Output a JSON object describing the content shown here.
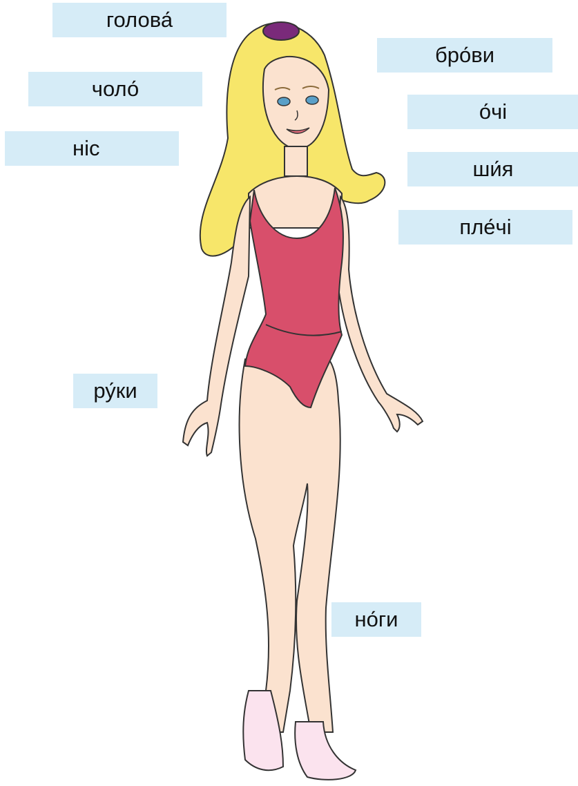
{
  "labels": {
    "holova": "голова́",
    "chol": "чоло́",
    "nis": "ніс",
    "brovy": "бро́ви",
    "ochi": "о́чі",
    "shyia": "ши́я",
    "plechi": "пле́чі",
    "ruky": "ру́ки",
    "nohy": "но́ги"
  },
  "colors": {
    "label_bg": "#d6ecf7",
    "hair": "#f7e66a",
    "skin": "#fbe2cf",
    "swimsuit": "#d84f6b",
    "socks": "#fbe3ee",
    "hairband": "#7a2a7a"
  }
}
